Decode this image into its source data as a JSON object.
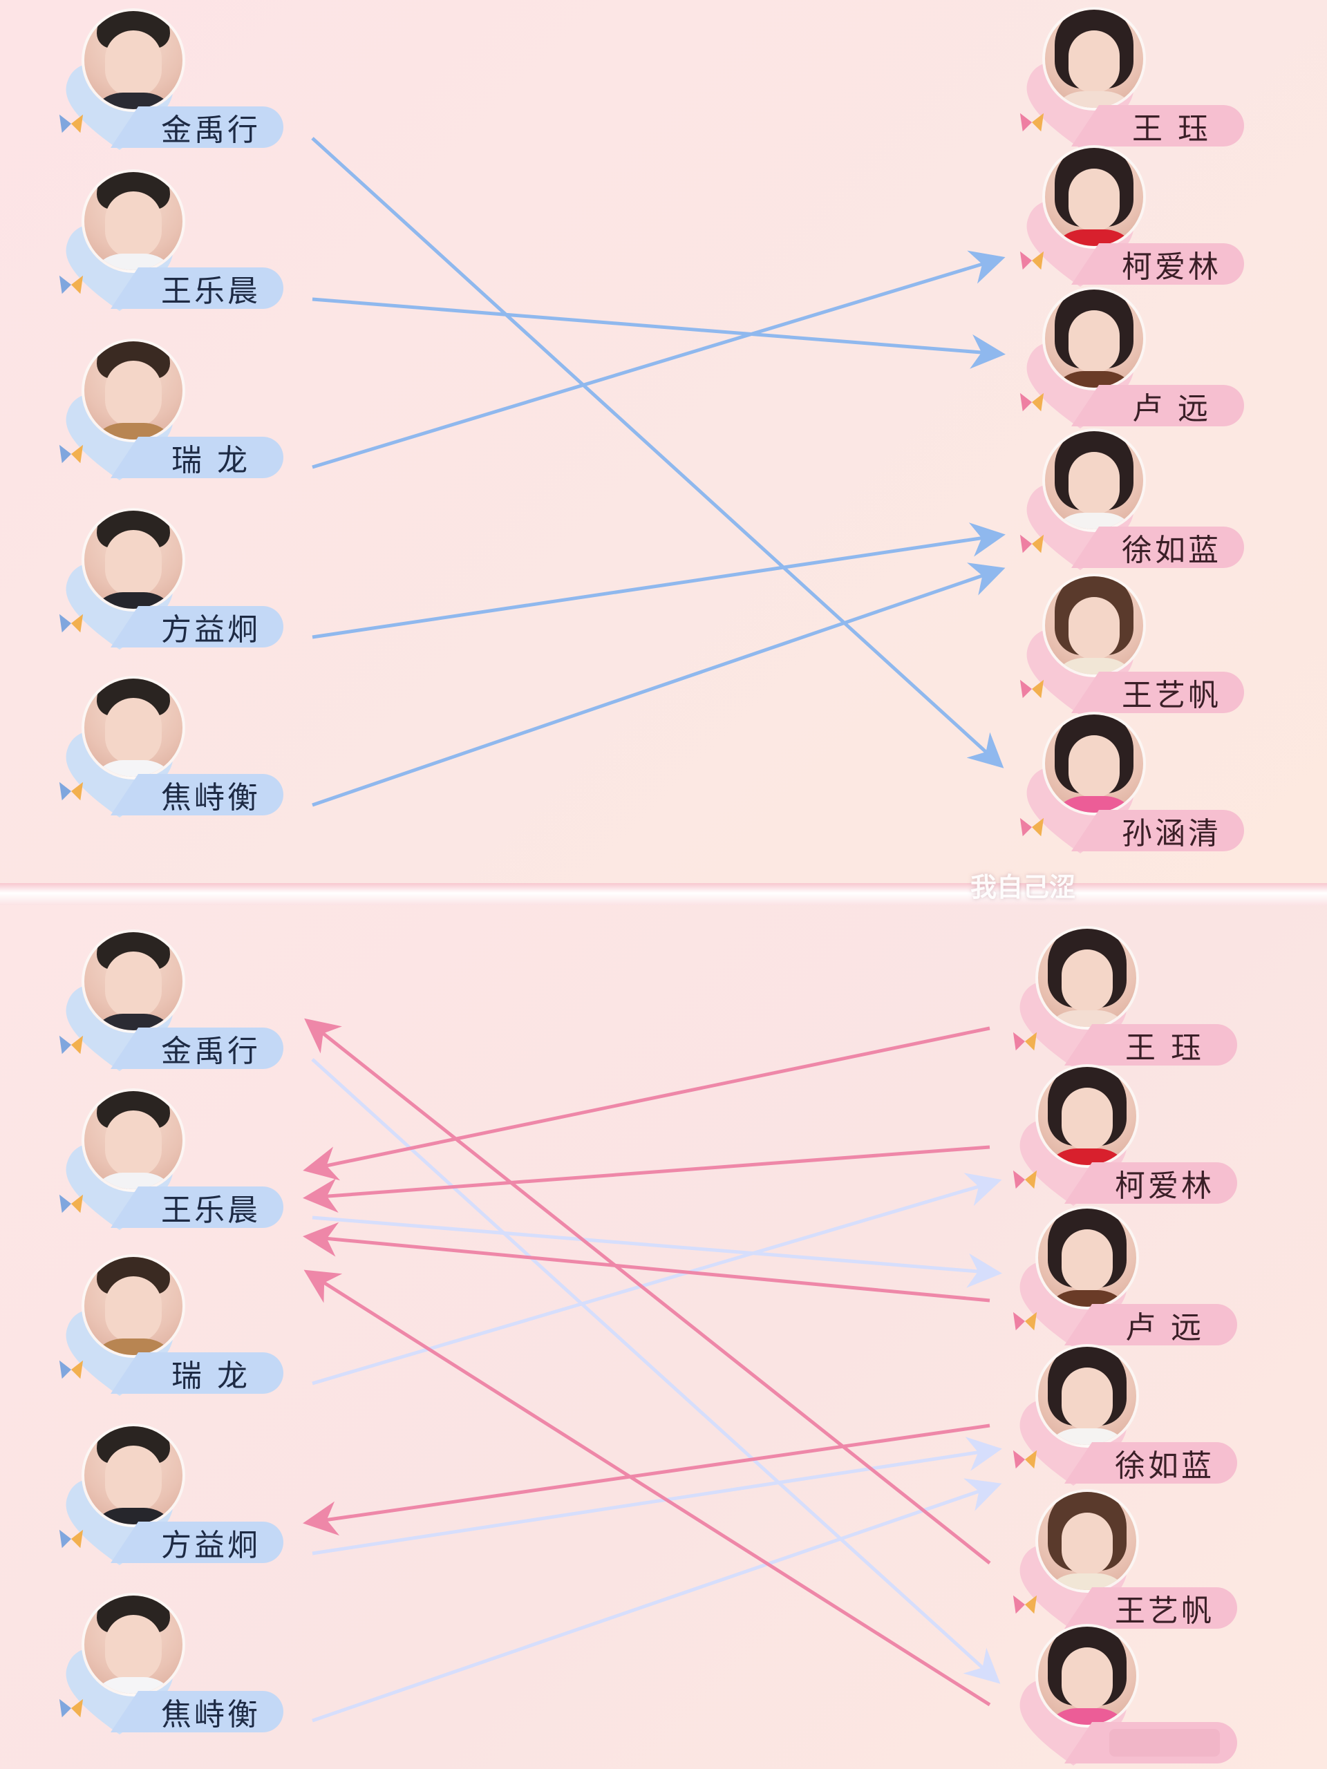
{
  "men": [
    "金禹行",
    "王乐晨",
    "瑞 龙",
    "方益炯",
    "焦峙衡"
  ],
  "women": [
    "王 珏",
    "柯爱林",
    "卢 远",
    "徐如蓝",
    "王艺帆",
    "孙涵清"
  ],
  "watermark": {
    "main": "我自己涩",
    "sub": ""
  },
  "colors": {
    "male_line": "#8fb8ee",
    "female_line": "#ee87a8",
    "faded_line": "#d6defc"
  },
  "top_pairs": [
    {
      "from": "金禹行",
      "to": "孙涵清"
    },
    {
      "from": "王乐晨",
      "to": "卢 远"
    },
    {
      "from": "瑞 龙",
      "to": "柯爱林"
    },
    {
      "from": "方益炯",
      "to": "徐如蓝"
    },
    {
      "from": "焦峙衡",
      "to": "徐如蓝"
    }
  ],
  "bottom_pairs": [
    {
      "from": "王 珏",
      "to": "王乐晨"
    },
    {
      "from": "柯爱林",
      "to": "王乐晨"
    },
    {
      "from": "卢 远",
      "to": "王乐晨"
    },
    {
      "from": "徐如蓝",
      "to": "方益炯"
    },
    {
      "from": "王艺帆",
      "to": "金禹行"
    },
    {
      "from": "孙涵清",
      "to": "王乐晨"
    }
  ]
}
